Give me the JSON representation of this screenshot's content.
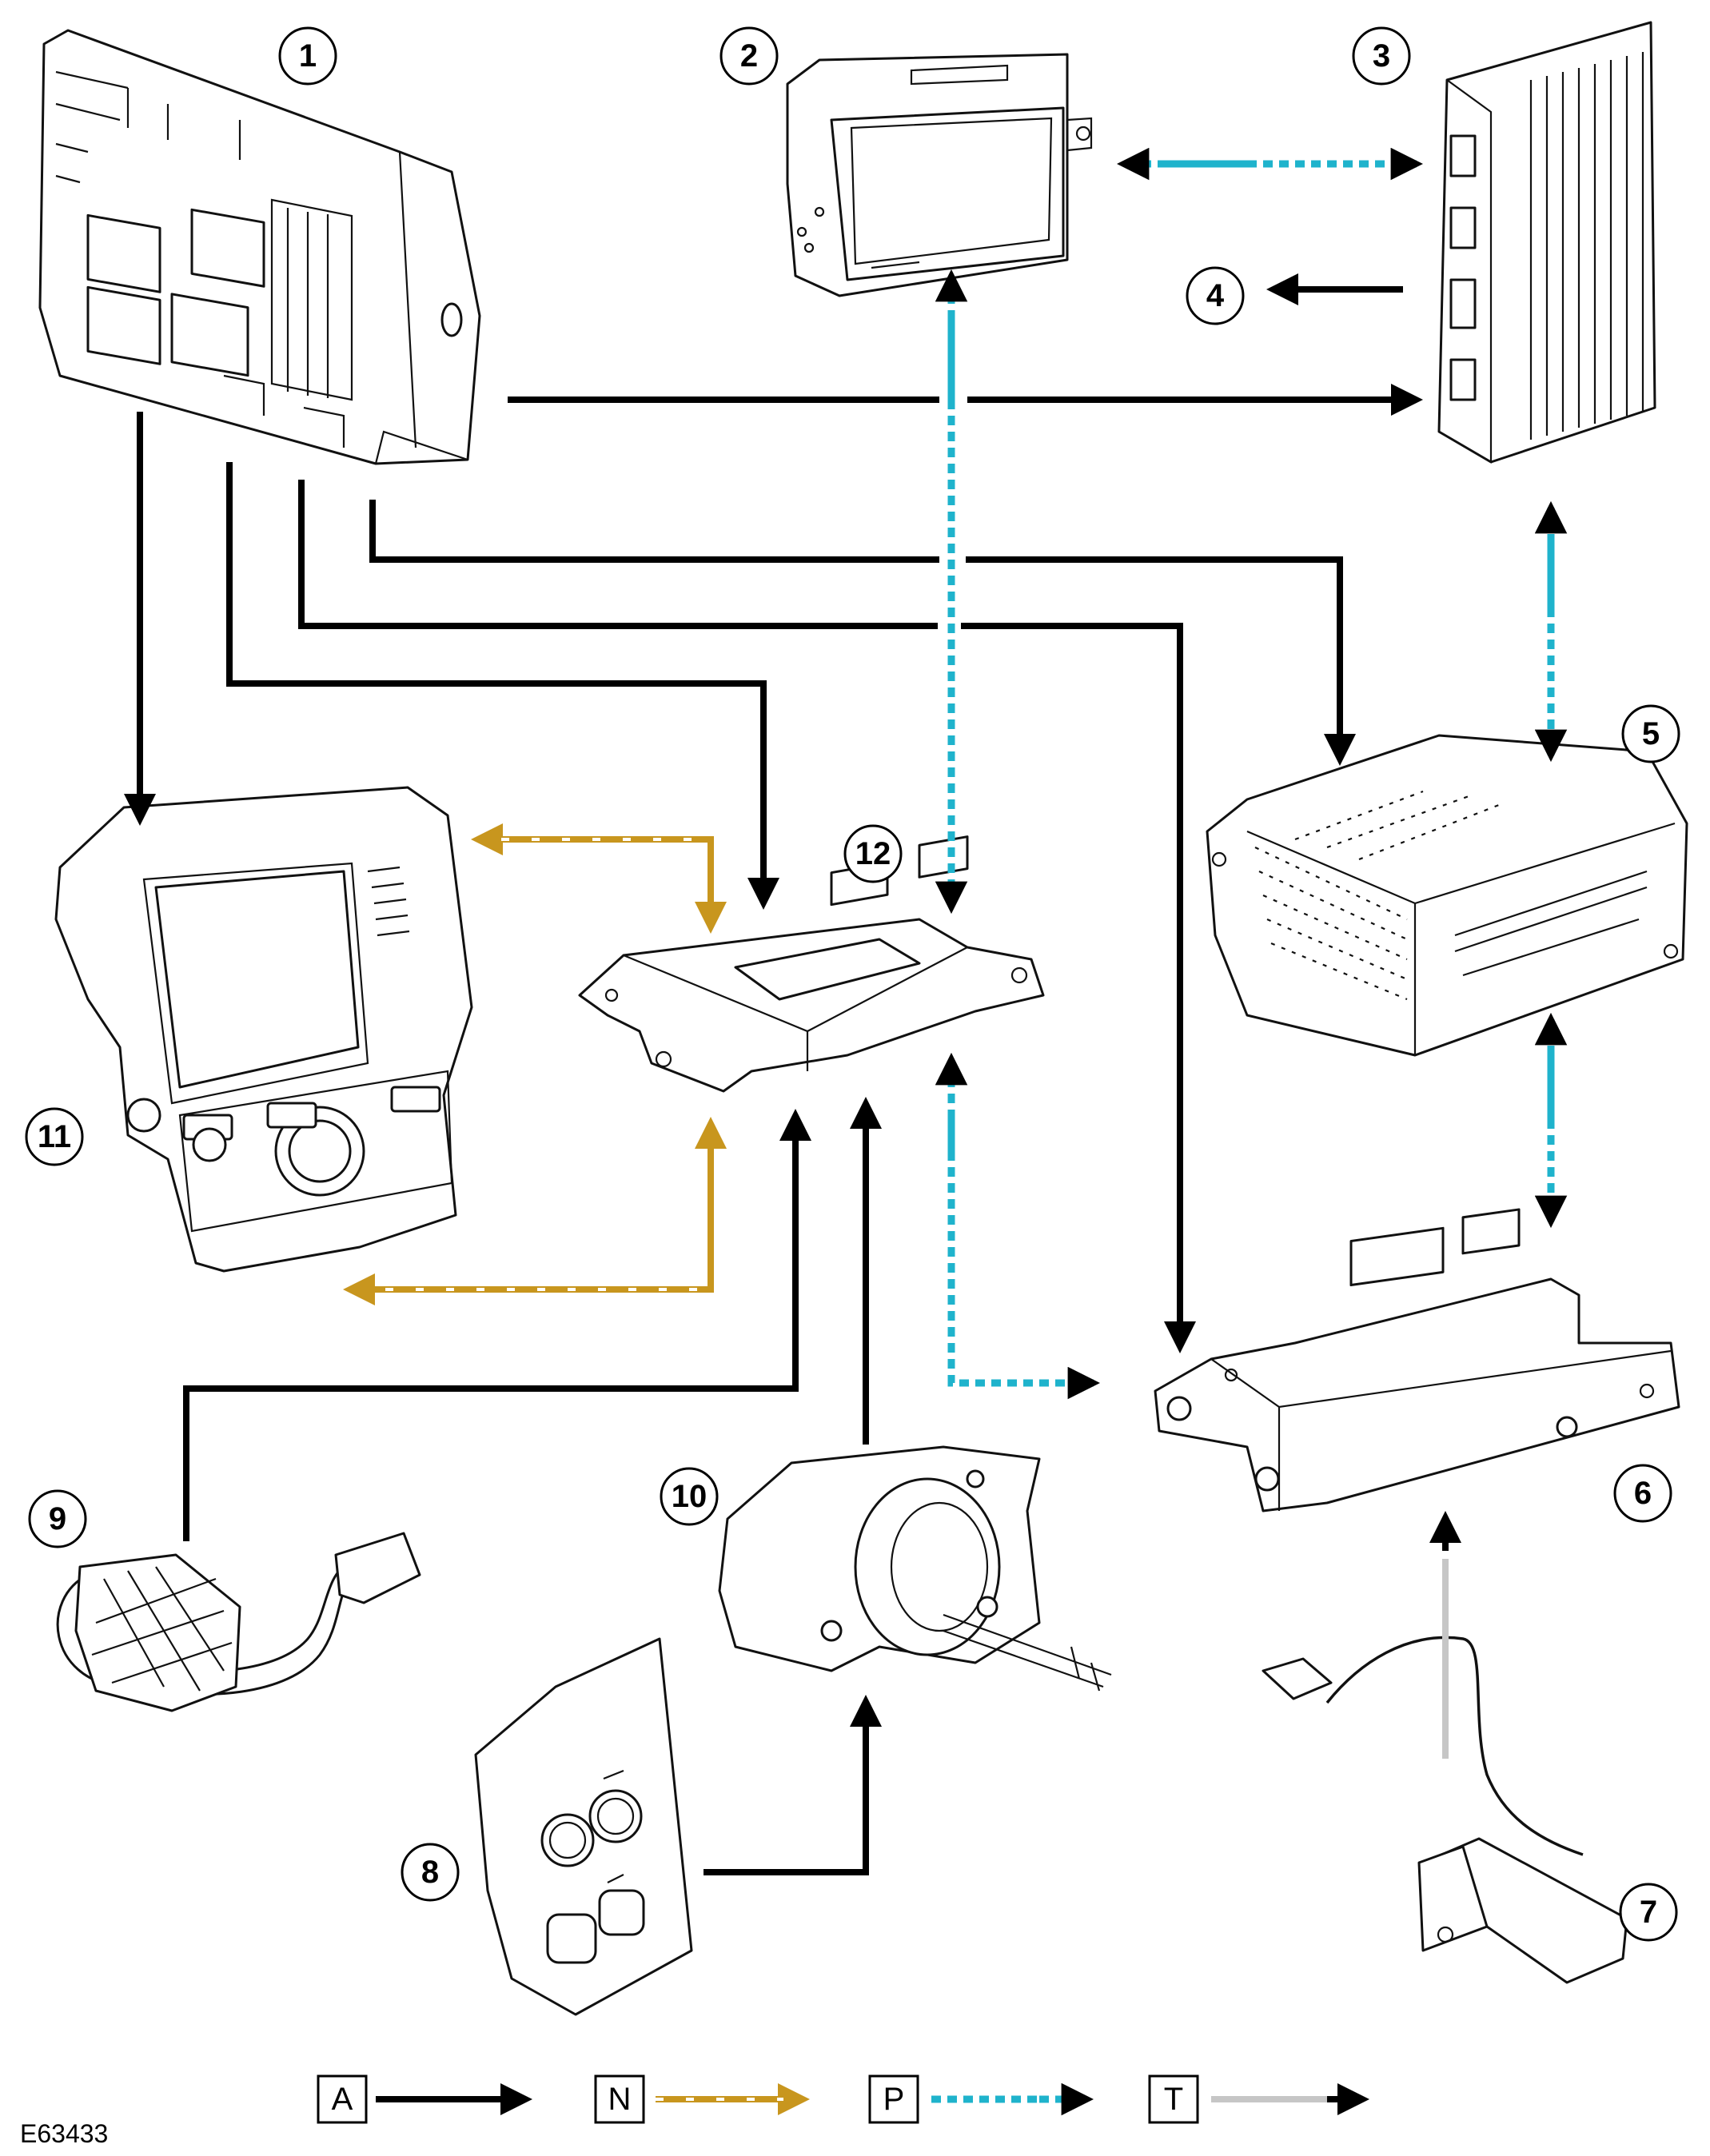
{
  "figure_reference": "E63433",
  "callouts": [
    "1",
    "2",
    "3",
    "4",
    "5",
    "6",
    "7",
    "8",
    "9",
    "10",
    "11",
    "12"
  ],
  "legend": [
    {
      "code": "A",
      "line_style": "solid-black"
    },
    {
      "code": "N",
      "line_style": "gold-dashed"
    },
    {
      "code": "P",
      "line_style": "cyan-dotted"
    },
    {
      "code": "T",
      "line_style": "solid-grey"
    }
  ],
  "colors": {
    "line_A": "#000000",
    "line_N": "#c8961e",
    "line_P": "#1fb3cc",
    "line_T": "#c6c6c6"
  }
}
